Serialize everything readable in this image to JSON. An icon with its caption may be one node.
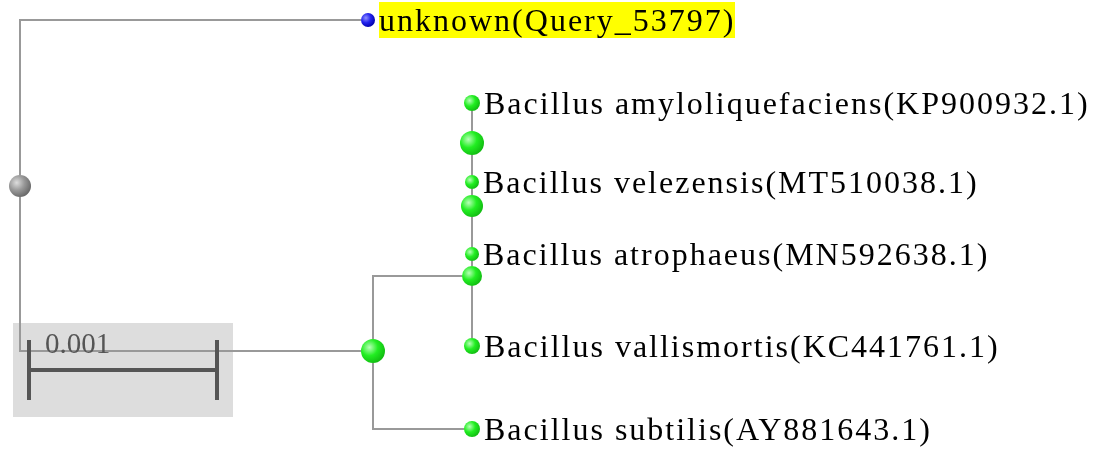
{
  "diagram": {
    "nodes": [
      {
        "text": [],
        "shape": "circle"
      },
      {
        "text": [
          "unknown(Query_53797)"
        ]
      },
      {
        "text": [],
        "shape": "circle"
      },
      {
        "text": [],
        "shape": "circle"
      },
      {
        "text": [],
        "shape": "circle"
      },
      {
        "text": [],
        "shape": "circle"
      },
      {
        "text": [
          "Bacillus amyloliquefaciens(KP900932.1)"
        ]
      },
      {
        "text": [
          "Bacillus velezensis(MT510038.1)"
        ]
      },
      {
        "text": [
          "Bacillus atrophaeus(MN592638.1)"
        ]
      },
      {
        "text": [
          "Bacillus vallismortis(KC441761.1)"
        ]
      },
      {
        "text": [
          "Bacillus subtilis(AY881643.1)"
        ]
      }
    ],
    "edges": [
      {
        "from": 0,
        "to": 1,
        "arrow": "none"
      },
      {
        "from": 0,
        "to": 2,
        "arrow": "none"
      },
      {
        "from": 2,
        "to": 3,
        "arrow": "none"
      },
      {
        "from": 2,
        "to": 10,
        "arrow": "none"
      },
      {
        "from": 5,
        "to": 6,
        "arrow": "none"
      },
      {
        "from": 5,
        "to": 7,
        "arrow": "none"
      },
      {
        "from": 7,
        "to": 4,
        "arrow": "none"
      },
      {
        "from": 4,
        "to": 8,
        "arrow": "none"
      },
      {
        "from": 8,
        "to": 3,
        "arrow": "none"
      },
      {
        "from": 3,
        "to": 9,
        "arrow": "none"
      }
    ],
    "labels": [
      "0.001"
    ]
  }
}
